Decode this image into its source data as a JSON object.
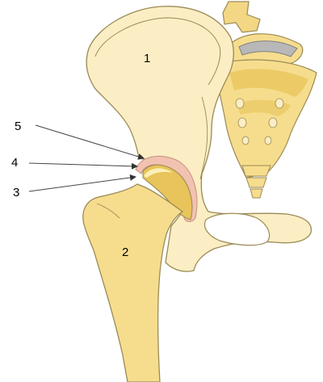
{
  "labels": {
    "ilium": "1",
    "femur": "2",
    "femoral_head_cartilage": "3",
    "joint_space": "4",
    "acetabulum_cartilage": "5"
  },
  "colors": {
    "bone_light": "#fbeec4",
    "bone_mid": "#f6dd8e",
    "bone_dark": "#e8c45a",
    "cartilage_pink": "#f2c2b0",
    "outline": "#9a8a55",
    "disc_gray": "#b8b8b8"
  }
}
